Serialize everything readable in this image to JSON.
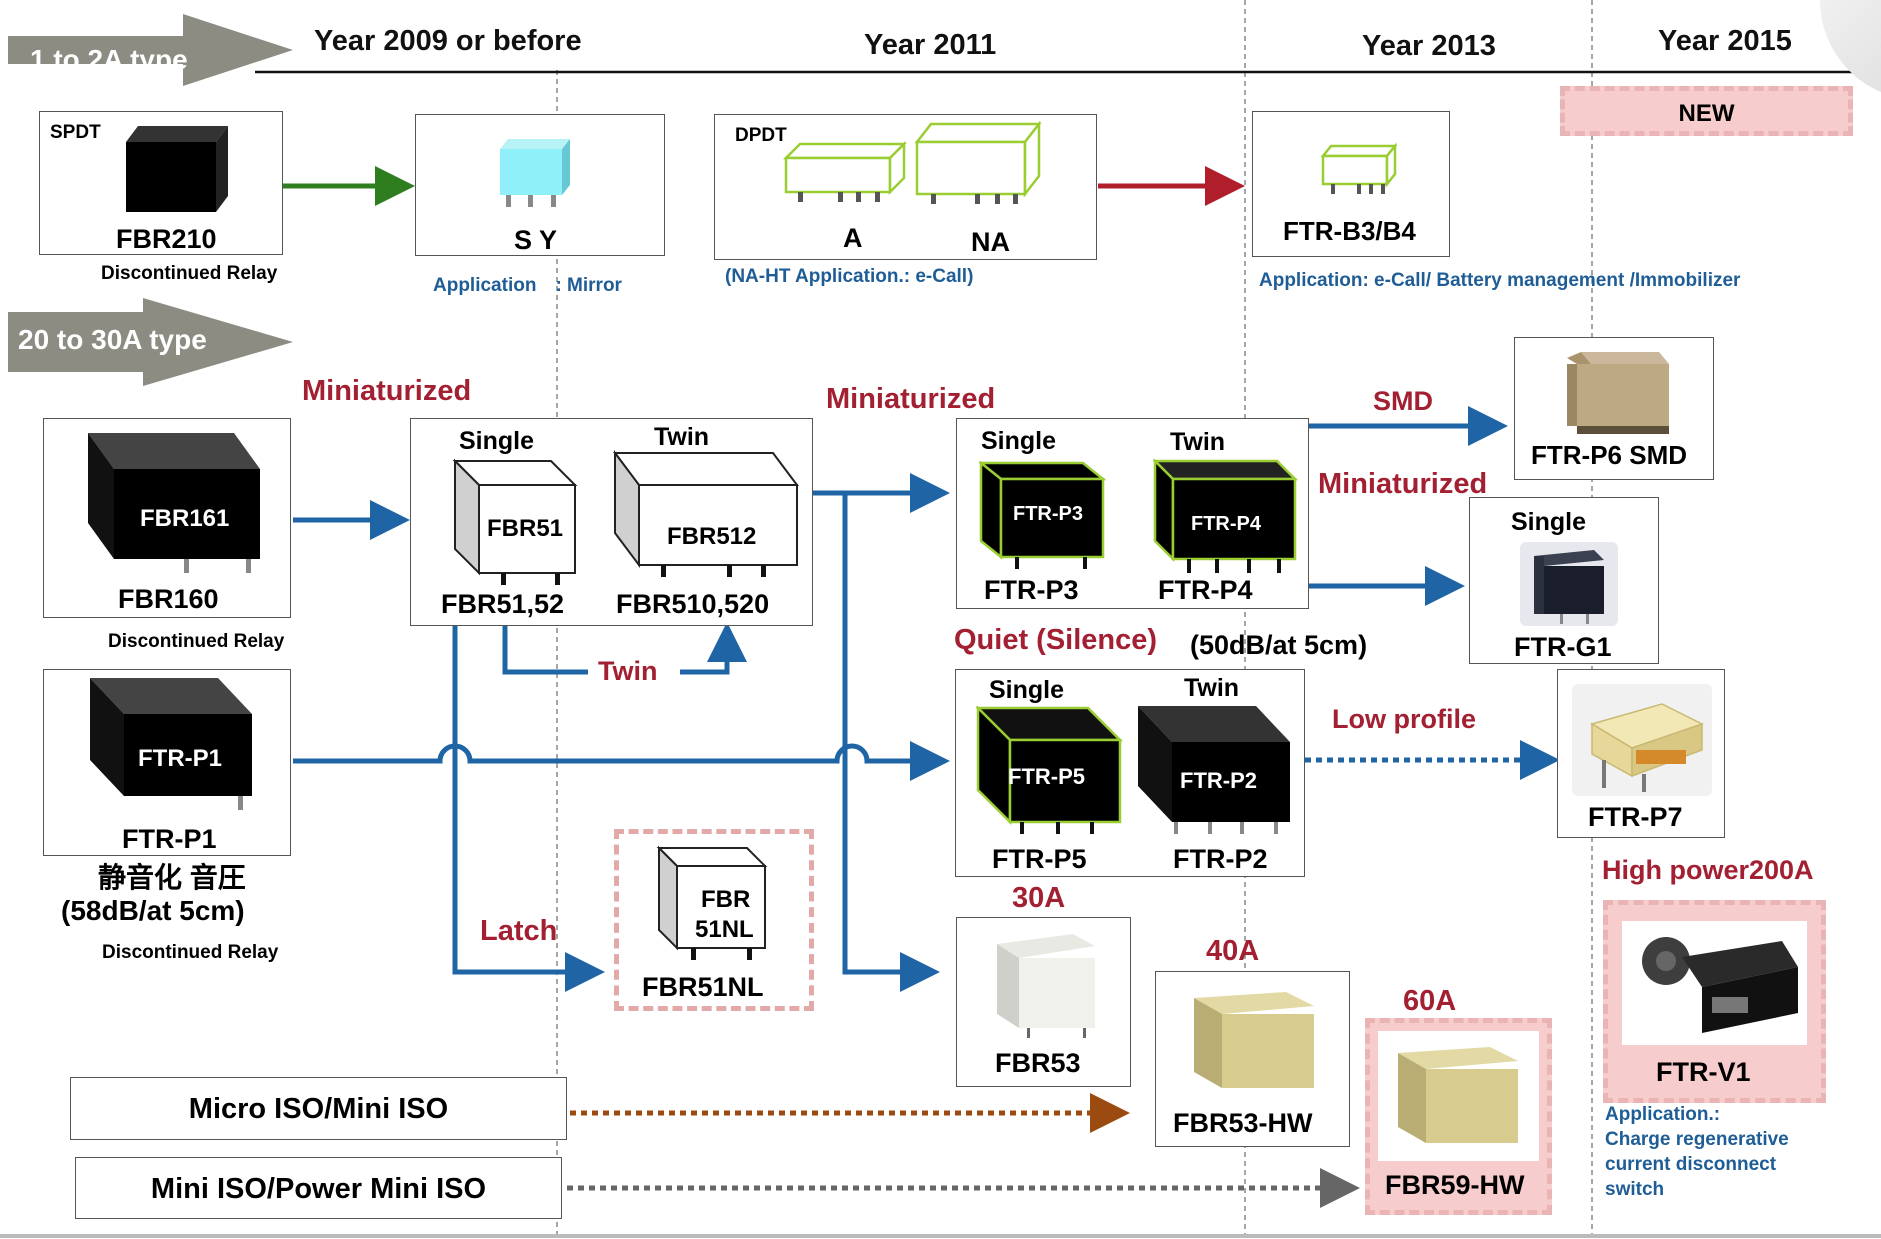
{
  "timeline": {
    "years": [
      "Year 2009 or before",
      "Year 2011",
      "Year 2013",
      "Year 2015"
    ],
    "new_badge": "NEW"
  },
  "types": {
    "small": "1 to 2A type",
    "large": "20 to 30A type"
  },
  "row1": {
    "spdt": "SPDT",
    "fbr210": "FBR210",
    "fbr210_note": "Discontinued Relay",
    "sy": "S Y",
    "sy_app": "Application　: Mirror",
    "dpdt": "DPDT",
    "a": "A",
    "na": "NA",
    "na_app": "(NA-HT Application.: e-Call)",
    "ftrb": "FTR-B3/B4",
    "ftrb_app": "Application: e-Call/ Battery management /Immobilizer"
  },
  "row2": {
    "fbr161": "FBR161",
    "fbr160": "FBR160",
    "fbr160_note": "Discontinued Relay",
    "miniaturized1": "Miniaturized",
    "single": "Single",
    "twin": "Twin",
    "fbr51": "FBR51",
    "fbr512": "FBR512",
    "fbr51_52": "FBR51,52",
    "fbr510_520": "FBR510,520",
    "twin_arrow": "Twin",
    "miniaturized2": "Miniaturized",
    "p3_single": "Single",
    "p4_twin": "Twin",
    "ftrp3_face": "FTR-P3",
    "ftrp4_face": "FTR-P4",
    "ftrp3": "FTR-P3",
    "ftrp4": "FTR-P4",
    "smd": "SMD",
    "ftrp6": "FTR-P6 SMD",
    "miniaturized3": "Miniaturized",
    "g1_single": "Single",
    "ftrg1": "FTR-G1"
  },
  "row3": {
    "quiet": "Quiet (Silence)",
    "quiet_db": "(50dB/at 5cm)",
    "p5_single": "Single",
    "p2_twin": "Twin",
    "ftrp5_face": "FTR-P5",
    "ftrp2_face": "FTR-P2",
    "ftrp5": "FTR-P5",
    "ftrp2": "FTR-P2",
    "low_profile": "Low profile",
    "ftrp7": "FTR-P7",
    "ftrp1_face": "FTR-P1",
    "ftrp1": "FTR-P1",
    "jp_quiet": "静音化 音圧",
    "ftrp1_db": "(58dB/at 5cm)",
    "ftrp1_note": "Discontinued Relay"
  },
  "row4": {
    "latch": "Latch",
    "fbr51nl_face1": "FBR",
    "fbr51nl_face2": "51NL",
    "fbr51nl": "FBR51NL",
    "a30": "30A",
    "fbr53": "FBR53",
    "a40": "40A",
    "fbr53hw": "FBR53-HW",
    "a60": "60A",
    "fbr59hw": "FBR59-HW",
    "high_power": "High power200A",
    "ftrv1": "FTR-V1",
    "v1_app": [
      "Application.:",
      "Charge regenerative",
      "current disconnect",
      "switch"
    ],
    "micro_iso": "Micro ISO/Mini ISO",
    "mini_iso": "Mini ISO/Power Mini ISO"
  },
  "colors": {
    "blue_arrow": "#1f64a5",
    "red_label": "#a32032",
    "green_arrow": "#2e7d1e",
    "dark_red_arrow": "#b01e2c",
    "brown_dots": "#9b4a10",
    "gray_dots": "#666666",
    "new_pink": "#f7cccc"
  }
}
